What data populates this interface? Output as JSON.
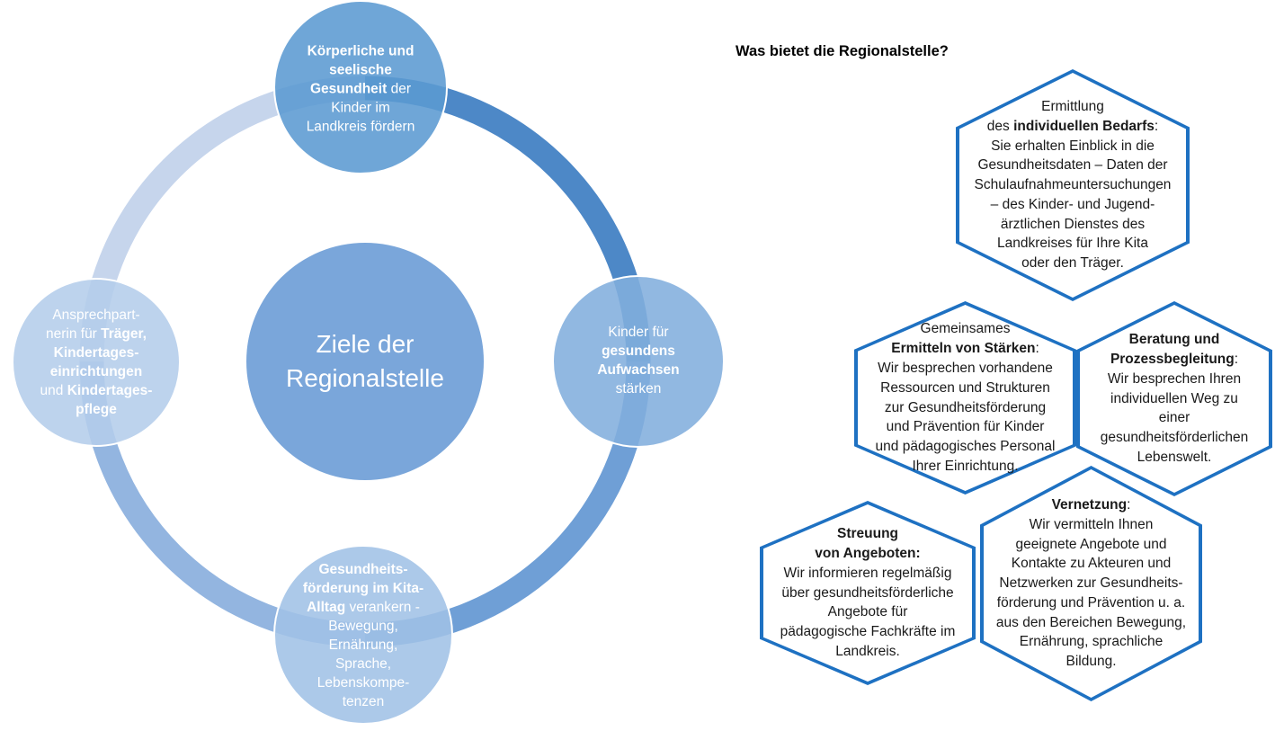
{
  "colors": {
    "ring_top_left": "#c6d5ec",
    "ring_top_right": "#4d88c7",
    "ring_bottom_right": "#6f9fd6",
    "ring_bottom_left": "#93b5e0",
    "circle_top": "#5b9ad2",
    "circle_right": "#82aedd",
    "circle_bottom": "#a0c2e6",
    "circle_left": "#b4cdeb",
    "circle_center": "#7aa6da",
    "circle_text": "#ffffff",
    "hex_border": "#1e71c2",
    "hex_text": "#1a1a1a",
    "heading_text": "#000000"
  },
  "left_diagram": {
    "center_circle": {
      "lines": [
        [
          {
            "t": "Ziele der"
          }
        ],
        [
          {
            "t": "Regionalstelle"
          }
        ]
      ]
    },
    "satellites": [
      {
        "position": "top",
        "lines": [
          [
            {
              "t": "Körperliche und",
              "b": true
            }
          ],
          [
            {
              "t": "seelische",
              "b": true
            }
          ],
          [
            {
              "t": "Gesundheit",
              "b": true
            },
            {
              "t": " der"
            }
          ],
          [
            {
              "t": "Kinder im"
            }
          ],
          [
            {
              "t": "Landkreis fördern"
            }
          ]
        ]
      },
      {
        "position": "right",
        "lines": [
          [
            {
              "t": "Kinder für"
            }
          ],
          [
            {
              "t": "gesundens",
              "b": true
            }
          ],
          [
            {
              "t": "Aufwachsen",
              "b": true
            }
          ],
          [
            {
              "t": "stärken"
            }
          ]
        ]
      },
      {
        "position": "bottom",
        "lines": [
          [
            {
              "t": "Gesundheits-",
              "b": true
            }
          ],
          [
            {
              "t": "förderung im Kita-",
              "b": true
            }
          ],
          [
            {
              "t": "Alltag",
              "b": true
            },
            {
              "t": " verankern -"
            }
          ],
          [
            {
              "t": "Bewegung,"
            }
          ],
          [
            {
              "t": "Ernährung,"
            }
          ],
          [
            {
              "t": "Sprache,"
            }
          ],
          [
            {
              "t": "Lebenskompe-"
            }
          ],
          [
            {
              "t": "tenzen"
            }
          ]
        ]
      },
      {
        "position": "left",
        "lines": [
          [
            {
              "t": "Ansprechpart-"
            }
          ],
          [
            {
              "t": "nerin für "
            },
            {
              "t": "Träger,",
              "b": true
            }
          ],
          [
            {
              "t": "Kindertages-",
              "b": true
            }
          ],
          [
            {
              "t": "einrichtungen",
              "b": true
            }
          ],
          [
            {
              "t": "und "
            },
            {
              "t": "Kindertages-",
              "b": true
            }
          ],
          [
            {
              "t": "pflege",
              "b": true
            }
          ]
        ]
      }
    ]
  },
  "right_panel": {
    "heading": "Was bietet die Regionalstelle?",
    "hexagons": [
      {
        "id": "ermittlung-des-individuellen-bedarfs",
        "lines": [
          [
            {
              "t": "Ermittlung"
            }
          ],
          [
            {
              "t": "des "
            },
            {
              "t": "individuellen Bedarfs",
              "b": true
            },
            {
              "t": ":"
            }
          ],
          [
            {
              "t": "Sie erhalten Einblick in die"
            }
          ],
          [
            {
              "t": "Gesundheitsdaten – Daten der"
            }
          ],
          [
            {
              "t": "Schulaufnahmeuntersuchungen"
            }
          ],
          [
            {
              "t": "– des Kinder- und Jugend-"
            }
          ],
          [
            {
              "t": "ärztlichen Dienstes des"
            }
          ],
          [
            {
              "t": "Landkreises für Ihre Kita"
            }
          ],
          [
            {
              "t": "oder den Träger."
            }
          ]
        ]
      },
      {
        "id": "gemeinsames-ermitteln-von-staerken",
        "lines": [
          [
            {
              "t": "Gemeinsames"
            }
          ],
          [
            {
              "t": "Ermitteln von Stärken",
              "b": true
            },
            {
              "t": ":"
            }
          ],
          [
            {
              "t": "Wir besprechen vorhandene"
            }
          ],
          [
            {
              "t": "Ressourcen und Strukturen"
            }
          ],
          [
            {
              "t": "zur Gesundheitsförderung"
            }
          ],
          [
            {
              "t": "und Prävention für Kinder"
            }
          ],
          [
            {
              "t": "und pädagogisches Personal"
            }
          ],
          [
            {
              "t": "Ihrer Einrichtung."
            }
          ]
        ]
      },
      {
        "id": "beratung-und-prozessbegleitung",
        "lines": [
          [
            {
              "t": "Beratung und",
              "b": true
            }
          ],
          [
            {
              "t": "Prozessbegleitung",
              "b": true
            },
            {
              "t": ":"
            }
          ],
          [
            {
              "t": "Wir besprechen Ihren"
            }
          ],
          [
            {
              "t": "individuellen Weg zu"
            }
          ],
          [
            {
              "t": "einer"
            }
          ],
          [
            {
              "t": "gesundheitsförderlichen"
            }
          ],
          [
            {
              "t": "Lebenswelt."
            }
          ]
        ]
      },
      {
        "id": "streuung-von-angeboten",
        "lines": [
          [
            {
              "t": "Streuung",
              "b": true
            }
          ],
          [
            {
              "t": "von Angeboten:",
              "b": true
            }
          ],
          [
            {
              "t": "Wir informieren regelmäßig"
            }
          ],
          [
            {
              "t": "über gesundheitsförderliche"
            }
          ],
          [
            {
              "t": "Angebote für"
            }
          ],
          [
            {
              "t": "pädagogische Fachkräfte im"
            }
          ],
          [
            {
              "t": "Landkreis."
            }
          ]
        ]
      },
      {
        "id": "vernetzung",
        "lines": [
          [
            {
              "t": "Vernetzung",
              "b": true
            },
            {
              "t": ":"
            }
          ],
          [
            {
              "t": "Wir vermitteln Ihnen"
            }
          ],
          [
            {
              "t": "geeignete Angebote und"
            }
          ],
          [
            {
              "t": "Kontakte zu Akteuren und"
            }
          ],
          [
            {
              "t": "Netzwerken zur Gesundheits-"
            }
          ],
          [
            {
              "t": "förderung und Prävention u. a."
            }
          ],
          [
            {
              "t": "aus den Bereichen Bewegung,"
            }
          ],
          [
            {
              "t": "Ernährung, sprachliche"
            }
          ],
          [
            {
              "t": "Bildung."
            }
          ]
        ]
      }
    ]
  }
}
